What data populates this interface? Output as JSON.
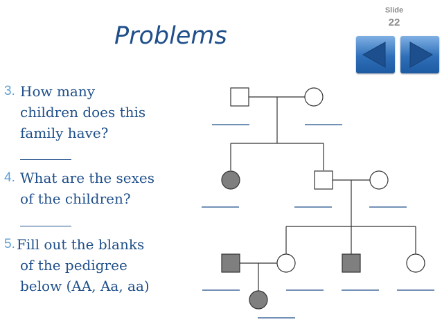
{
  "header": {
    "title": "Problems",
    "slide_label": "Slide",
    "slide_number": "22"
  },
  "nav": {
    "prev_icon": "triangle-left-icon",
    "next_icon": "triangle-right-icon",
    "button_color": "#2f6fb9"
  },
  "questions": [
    {
      "number": "3.",
      "lines": [
        "How many",
        "children does this",
        "family have?"
      ]
    },
    {
      "number": "4.",
      "lines": [
        "What are the sexes",
        "of the children?"
      ]
    },
    {
      "number": "5.",
      "lines": [
        " Fill out the blanks",
        "of the pedigree",
        "below (AA, Aa, aa)"
      ]
    }
  ],
  "pedigree": {
    "generations": [
      {
        "generation": 1,
        "members": [
          {
            "sex": "male",
            "affected": false
          },
          {
            "sex": "female",
            "affected": false
          }
        ]
      },
      {
        "generation": 2,
        "members": [
          {
            "sex": "female",
            "affected": true
          },
          {
            "sex": "male",
            "affected": false
          },
          {
            "sex": "female",
            "affected": false,
            "married_in": true
          }
        ]
      },
      {
        "generation": 3,
        "members": [
          {
            "sex": "male",
            "affected": true,
            "married_in": true
          },
          {
            "sex": "female",
            "affected": false
          },
          {
            "sex": "male",
            "affected": true
          },
          {
            "sex": "female",
            "affected": false
          }
        ]
      },
      {
        "generation": 4,
        "members": [
          {
            "sex": "female",
            "affected": true
          }
        ]
      }
    ],
    "colors": {
      "line": "#333333",
      "affected_fill": "#7f7f7f",
      "unaffected_fill": "#ffffff",
      "blank": "#1f4f8a"
    }
  }
}
